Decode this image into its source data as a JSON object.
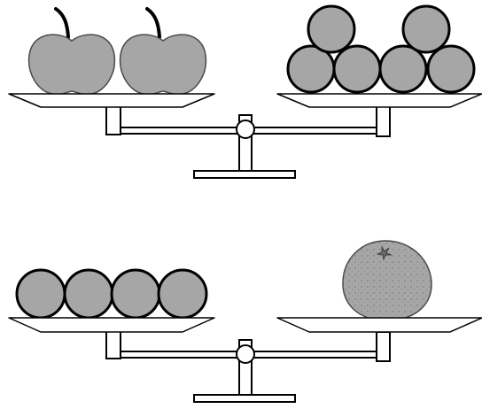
{
  "colors": {
    "fill": "#a6a6a6",
    "stroke": "#000000",
    "background": "#ffffff",
    "stand": "#ffffff"
  },
  "scales": [
    {
      "name": "top-scale",
      "left_pan": {
        "items": [
          "apple",
          "apple"
        ],
        "count": 2
      },
      "right_pan": {
        "items": [
          "ball",
          "ball",
          "ball",
          "ball",
          "ball",
          "ball"
        ],
        "count": 6
      }
    },
    {
      "name": "bottom-scale",
      "left_pan": {
        "items": [
          "ball",
          "ball",
          "ball",
          "ball"
        ],
        "count": 4
      },
      "right_pan": {
        "items": [
          "orange"
        ],
        "count": 1
      }
    }
  ]
}
